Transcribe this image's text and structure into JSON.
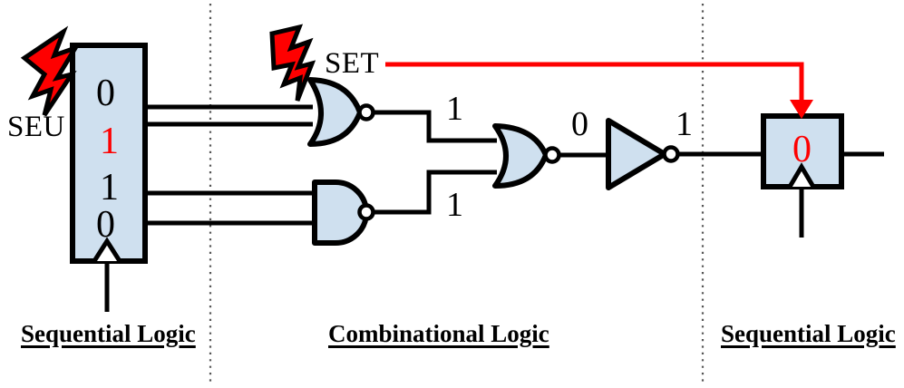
{
  "figure": {
    "title": "SEU to SET propagation through combinational logic",
    "background_color": "#ffffff",
    "fault_color": "#fe0000",
    "gate_fill_color": "#cfe0ef",
    "wire_color": "#000000"
  },
  "annotations": {
    "seu_label": "SEU",
    "set_label": "SET"
  },
  "regions": [
    {
      "id": "left",
      "label": "Sequential Logic"
    },
    {
      "id": "middle",
      "label": "Combinational Logic"
    },
    {
      "id": "right",
      "label": "Sequential Logic"
    }
  ],
  "source_register": {
    "name": "source-register",
    "bits": [
      {
        "value": "0",
        "faulted": false
      },
      {
        "value": "1",
        "faulted": true
      },
      {
        "value": "1",
        "faulted": false
      },
      {
        "value": "0",
        "faulted": false
      }
    ]
  },
  "gates": [
    {
      "id": "nor-top",
      "type": "NOR",
      "inputs": 2,
      "output_value": "1"
    },
    {
      "id": "nand-bottom",
      "type": "NAND",
      "inputs": 2,
      "output_value": "1"
    },
    {
      "id": "nor-mid",
      "type": "NOR",
      "inputs": 2,
      "output_value": "0"
    },
    {
      "id": "inverter",
      "type": "INVERTER",
      "inputs": 1,
      "output_value": "1"
    }
  ],
  "signal_values": {
    "nor_top_out": "1",
    "nand_bottom_out": "1",
    "nor_mid_out": "0",
    "inverter_out": "1"
  },
  "destination_register": {
    "name": "destination-flip-flop",
    "captured_value": "0",
    "faulted": true
  },
  "fault_markers": [
    {
      "id": "seu-bolt",
      "label": "SEU",
      "target": "source-register-bit-1"
    },
    {
      "id": "set-bolt",
      "label": "SET",
      "target": "nor-top-gate"
    }
  ]
}
